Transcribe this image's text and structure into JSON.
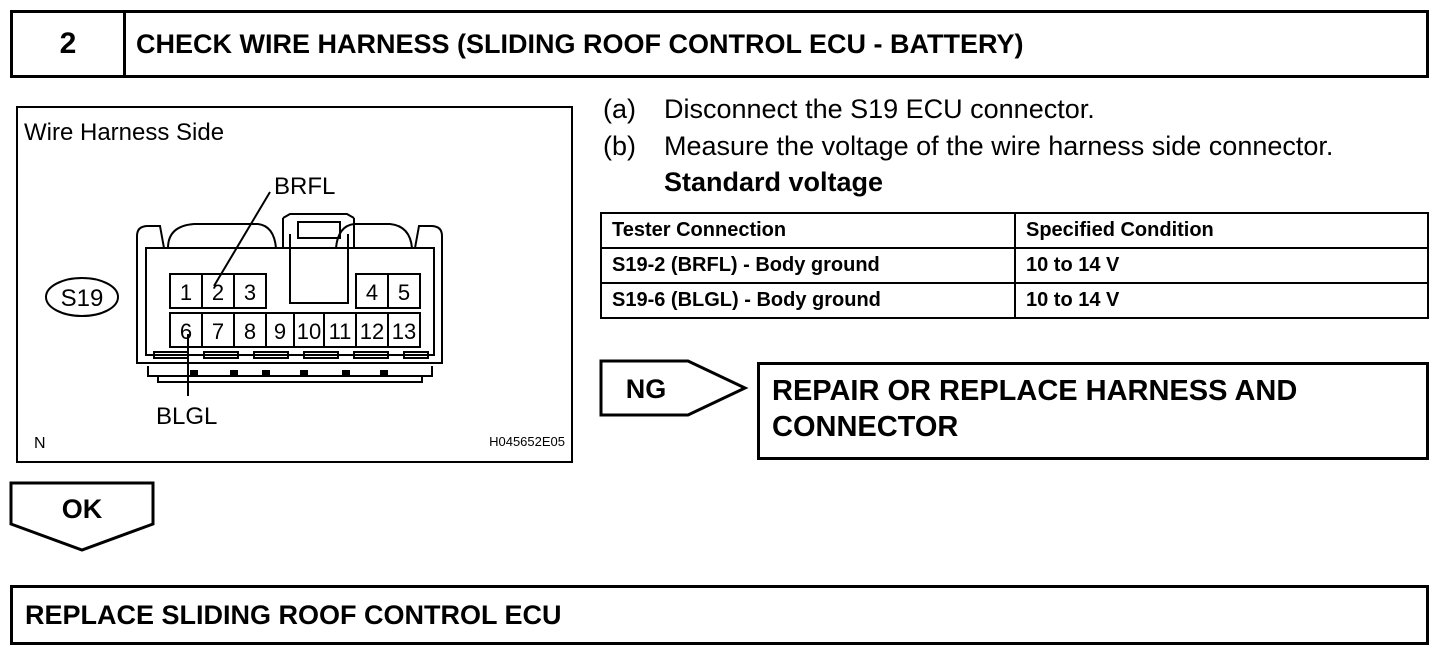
{
  "header": {
    "step_number": "2",
    "title": "CHECK WIRE HARNESS (SLIDING ROOF CONTROL ECU - BATTERY)"
  },
  "figure": {
    "caption": "Wire Harness Side",
    "connector_id": "S19",
    "label_top": "BRFL",
    "label_bottom": "BLGL",
    "pins_top": [
      "1",
      "2",
      "3",
      "4",
      "5"
    ],
    "pins_bottom": [
      "6",
      "7",
      "8",
      "9",
      "10",
      "11",
      "12",
      "13"
    ],
    "corner_mark": "N",
    "figure_code": "H045652E05"
  },
  "instructions": {
    "a_marker": "(a)",
    "a_text": "Disconnect the S19 ECU connector.",
    "b_marker": "(b)",
    "b_text": "Measure the voltage of the wire harness side connector.",
    "standard_heading": "Standard voltage"
  },
  "table": {
    "headers": [
      "Tester Connection",
      "Specified Condition"
    ],
    "rows": [
      [
        "S19-2 (BRFL) - Body ground",
        "10 to 14 V"
      ],
      [
        "S19-6 (BLGL) - Body ground",
        "10 to 14 V"
      ]
    ]
  },
  "ng_branch": {
    "label": "NG",
    "result": "REPAIR OR REPLACE HARNESS AND CONNECTOR"
  },
  "ok_branch": {
    "label": "OK"
  },
  "next_step": {
    "text": "REPLACE SLIDING ROOF CONTROL ECU"
  }
}
